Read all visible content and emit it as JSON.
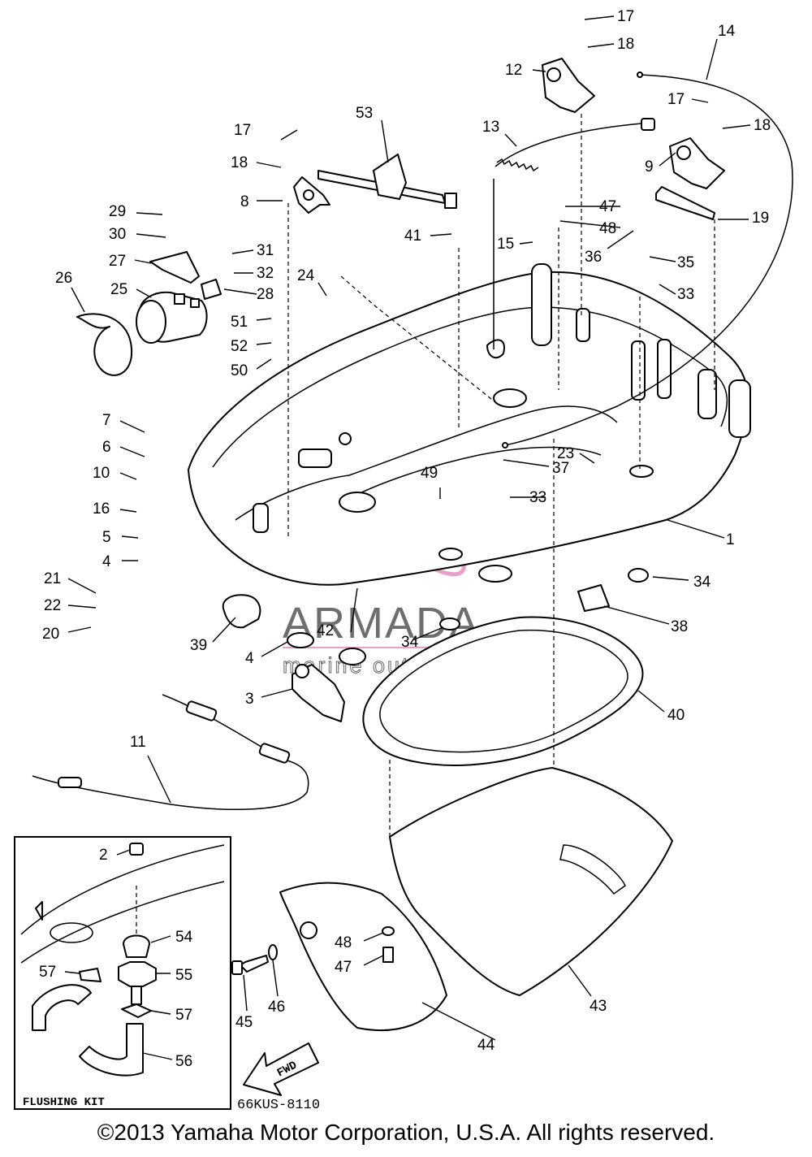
{
  "copyright": "©2013 Yamaha Motor Corporation, U.S.A. All rights reserved.",
  "diagram_code": "66KUS-8110",
  "inset_title": "FLUSHING KIT",
  "fwd_label": "FWD",
  "watermark": {
    "brand": "ARMADA",
    "tagline": "marine outboards",
    "accent_color": "#e8a0c8"
  },
  "callouts": [
    {
      "id": "c1",
      "label": "1"
    },
    {
      "id": "c2",
      "label": "2"
    },
    {
      "id": "c3",
      "label": "3"
    },
    {
      "id": "c4a",
      "label": "4"
    },
    {
      "id": "c4b",
      "label": "4"
    },
    {
      "id": "c5",
      "label": "5"
    },
    {
      "id": "c6",
      "label": "6"
    },
    {
      "id": "c7",
      "label": "7"
    },
    {
      "id": "c8",
      "label": "8"
    },
    {
      "id": "c9",
      "label": "9"
    },
    {
      "id": "c10",
      "label": "10"
    },
    {
      "id": "c11",
      "label": "11"
    },
    {
      "id": "c12",
      "label": "12"
    },
    {
      "id": "c13",
      "label": "13"
    },
    {
      "id": "c14",
      "label": "14"
    },
    {
      "id": "c15",
      "label": "15"
    },
    {
      "id": "c16",
      "label": "16"
    },
    {
      "id": "c17a",
      "label": "17"
    },
    {
      "id": "c17b",
      "label": "17"
    },
    {
      "id": "c17c",
      "label": "17"
    },
    {
      "id": "c18a",
      "label": "18"
    },
    {
      "id": "c18b",
      "label": "18"
    },
    {
      "id": "c18c",
      "label": "18"
    },
    {
      "id": "c19",
      "label": "19"
    },
    {
      "id": "c20",
      "label": "20"
    },
    {
      "id": "c21",
      "label": "21"
    },
    {
      "id": "c22",
      "label": "22"
    },
    {
      "id": "c23",
      "label": "23"
    },
    {
      "id": "c24",
      "label": "24"
    },
    {
      "id": "c25",
      "label": "25"
    },
    {
      "id": "c26",
      "label": "26"
    },
    {
      "id": "c27",
      "label": "27"
    },
    {
      "id": "c28",
      "label": "28"
    },
    {
      "id": "c29",
      "label": "29"
    },
    {
      "id": "c30",
      "label": "30"
    },
    {
      "id": "c31",
      "label": "31"
    },
    {
      "id": "c32",
      "label": "32"
    },
    {
      "id": "c33a",
      "label": "33"
    },
    {
      "id": "c33b",
      "label": "33"
    },
    {
      "id": "c34a",
      "label": "34"
    },
    {
      "id": "c34b",
      "label": "34"
    },
    {
      "id": "c35",
      "label": "35"
    },
    {
      "id": "c36",
      "label": "36"
    },
    {
      "id": "c37",
      "label": "37"
    },
    {
      "id": "c38",
      "label": "38"
    },
    {
      "id": "c39",
      "label": "39"
    },
    {
      "id": "c40",
      "label": "40"
    },
    {
      "id": "c41",
      "label": "41"
    },
    {
      "id": "c42",
      "label": "42"
    },
    {
      "id": "c43",
      "label": "43"
    },
    {
      "id": "c44",
      "label": "44"
    },
    {
      "id": "c45",
      "label": "45"
    },
    {
      "id": "c46",
      "label": "46"
    },
    {
      "id": "c47a",
      "label": "47"
    },
    {
      "id": "c47b",
      "label": "47"
    },
    {
      "id": "c48a",
      "label": "48"
    },
    {
      "id": "c48b",
      "label": "48"
    },
    {
      "id": "c49",
      "label": "49"
    },
    {
      "id": "c50",
      "label": "50"
    },
    {
      "id": "c51",
      "label": "51"
    },
    {
      "id": "c52",
      "label": "52"
    },
    {
      "id": "c53",
      "label": "53"
    },
    {
      "id": "c54",
      "label": "54"
    },
    {
      "id": "c55",
      "label": "55"
    },
    {
      "id": "c56",
      "label": "56"
    },
    {
      "id": "c57a",
      "label": "57"
    },
    {
      "id": "c57b",
      "label": "57"
    }
  ]
}
